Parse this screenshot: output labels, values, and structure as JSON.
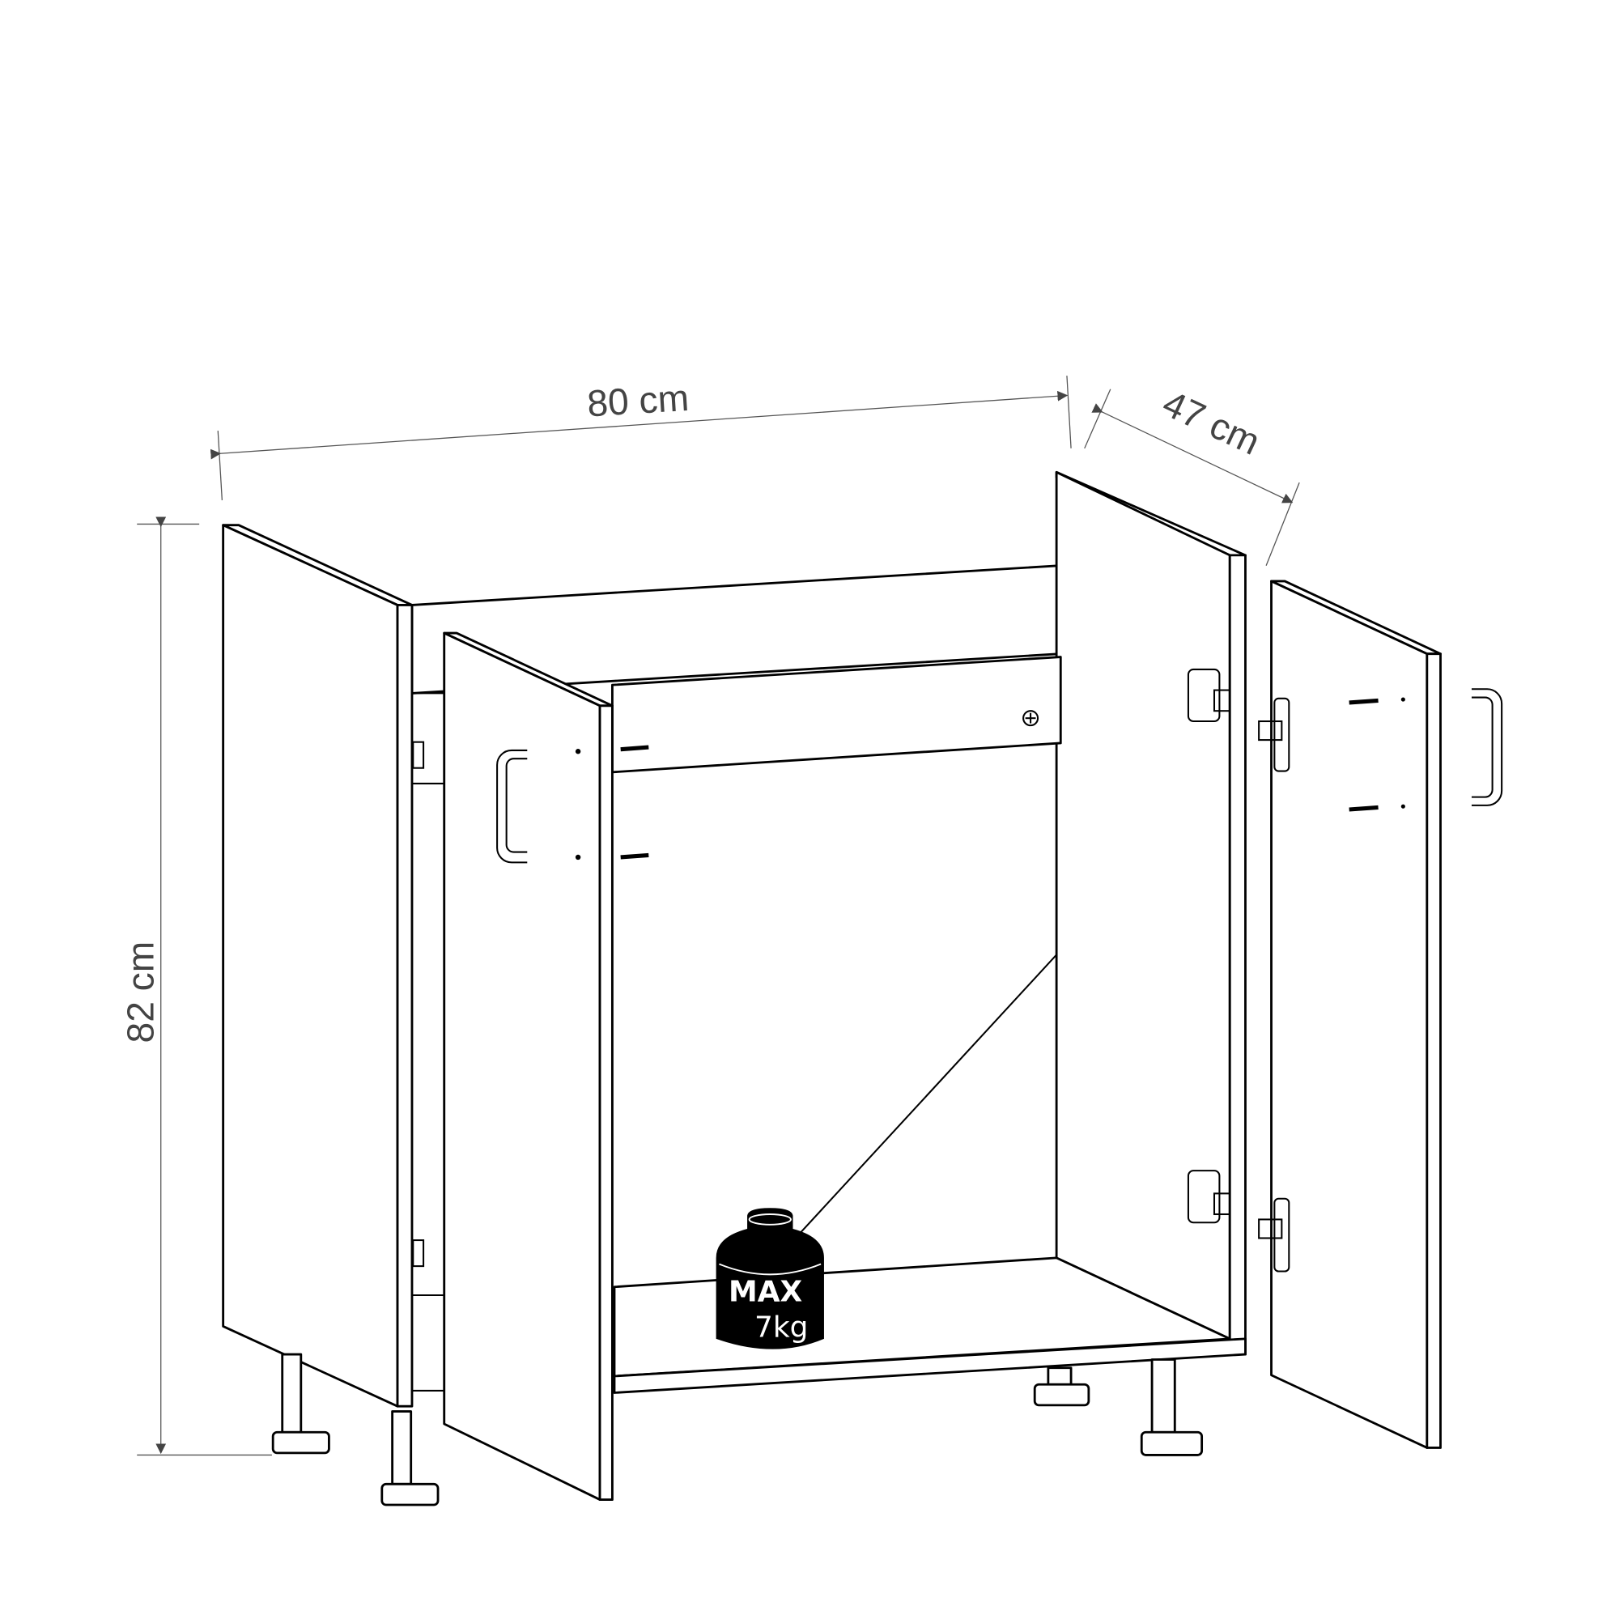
{
  "dimensions": {
    "width": "80 cm",
    "depth": "47 cm",
    "height": "82 cm"
  },
  "load_limit": {
    "label": "MAX",
    "value": "7kg"
  },
  "colors": {
    "line": "#000000",
    "dimension": "#555555",
    "background": "#ffffff"
  }
}
